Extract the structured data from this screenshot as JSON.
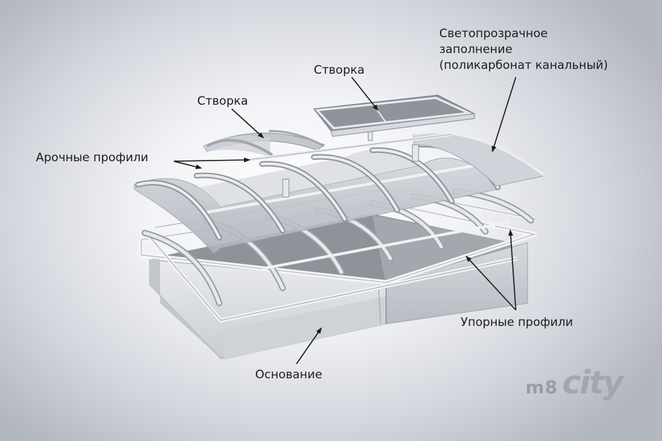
{
  "labels": {
    "stvorka_top": "Створка",
    "stvorka_left": "Створка",
    "arch_profiles": "Арочные профили",
    "filling_line1": "Светопрозрачное",
    "filling_line2": "заполнение",
    "filling_line3": "(поликарбонат канальный)",
    "stop_profiles": "Упорные профили",
    "base": "Основание"
  },
  "logo": {
    "part1": "m8",
    "part2": "city"
  },
  "colors": {
    "frame": "#e2e4e8",
    "frame_dark": "#b9bcc3",
    "polycarbonate": "#c6cad1",
    "arch": "#d7d9de",
    "arrow": "#1a1a1a",
    "text": "#1b1b1b"
  }
}
